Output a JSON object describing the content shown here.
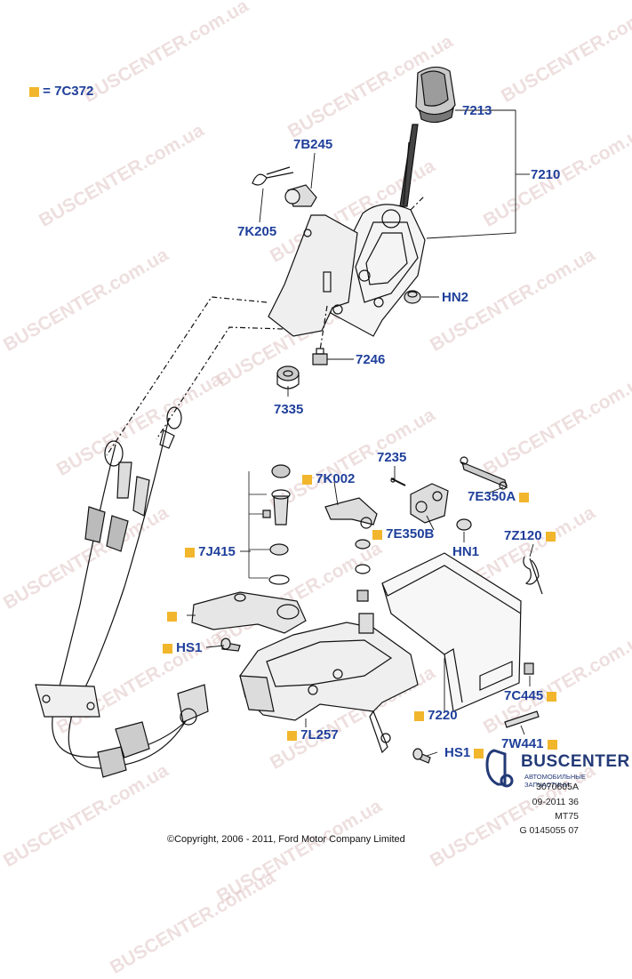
{
  "legend": {
    "text": "= 7C372",
    "color": "#f2b62c"
  },
  "label_color": "#1f3f9a",
  "watermark": "BUSCENTER.com.ua",
  "labels": {
    "l7213": "7213",
    "l7210": "7210",
    "l7B245": "7B245",
    "l7K205": "7K205",
    "lHN2": "HN2",
    "l7246": "7246",
    "l7335": "7335",
    "l7235": "7235",
    "l7K002": "7K002",
    "l7E350A": "7E350A",
    "l7E350B": "7E350B",
    "lHN1": "HN1",
    "l7Z120": "7Z120",
    "l7J415": "7J415",
    "lHS1a": "HS1",
    "lHS1b": "HS1",
    "l7220": "7220",
    "l7L257": "7L257",
    "l7C445": "7C445",
    "l7W441": "7W441"
  },
  "footer": {
    "copyright": "©Copyright, 2006 - 2011, Ford Motor Company Limited",
    "ref_code": "3070605A",
    "date": "09-2011 36",
    "model": "MT75",
    "image_code": "G 0145055 07"
  },
  "logo": {
    "name": "BUSCENTER",
    "tagline": "АВТОМОБИЛЬНЫЕ ЗАПЧАСТИНИ",
    "icon": "bus-logo-icon"
  }
}
